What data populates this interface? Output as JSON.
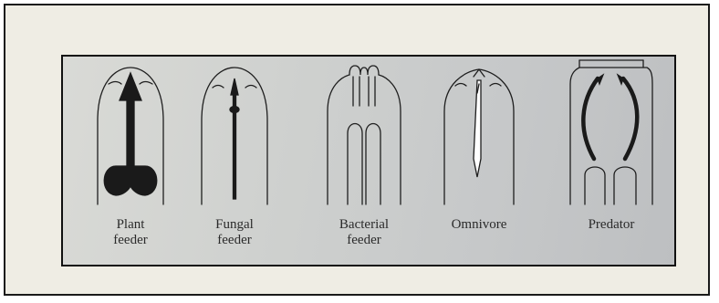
{
  "colors": {
    "frame_bg": "#efede4",
    "photo_bg": "#cfd1cf",
    "ink": "#1e1e1e"
  },
  "figure": {
    "panels": [
      {
        "id": "plant-feeder",
        "lines": [
          "Plant",
          "feeder"
        ],
        "icon": "stylet-knobbed-icon"
      },
      {
        "id": "fungal-feeder",
        "lines": [
          "Fungal",
          "feeder"
        ],
        "icon": "stylet-thin-icon"
      },
      {
        "id": "bacterial-feeder",
        "lines": [
          "Bacterial",
          "feeder"
        ],
        "icon": "lips-stoma-icon"
      },
      {
        "id": "omnivore",
        "lines": [
          "Omnivore"
        ],
        "icon": "odontostyle-icon"
      },
      {
        "id": "predator",
        "lines": [
          "Predator"
        ],
        "icon": "mouth-teeth-icon"
      }
    ]
  }
}
